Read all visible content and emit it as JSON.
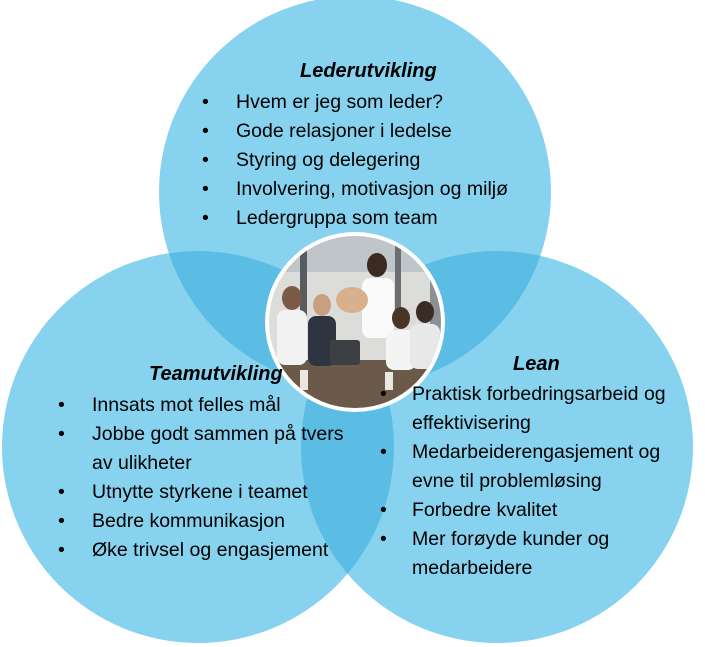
{
  "colors": {
    "circle_fill": "#87D2EE",
    "overlap_fill": "#5BBCE4",
    "center_overlap_fill": "#4AACDC",
    "photo_ring": "#FFFFFF"
  },
  "circles": {
    "leader": {
      "title": "Lederutvikling",
      "items": [
        "Hvem er jeg som leder?",
        "Gode relasjoner i ledelse",
        "Styring og delegering",
        "Involvering, motivasjon og miljø",
        "Ledergruppa som team"
      ]
    },
    "team": {
      "title": "Teamutvikling",
      "items": [
        "Innsats mot felles mål",
        "Jobbe godt sammen på tvers av ulikheter",
        "Utnytte styrkene i teamet",
        "Bedre kommunikasjon",
        "Øke trivsel og engasjement"
      ]
    },
    "lean": {
      "title": "Lean",
      "items": [
        "Praktisk forbedringsarbeid og effektivisering",
        "Medarbeiderengasjement og evne til problemløsing",
        "Forbedre kvalitet",
        "Mer forøyde kunder og medarbeidere"
      ]
    }
  },
  "center_photo": {
    "subject": "team-high-five-photo"
  }
}
